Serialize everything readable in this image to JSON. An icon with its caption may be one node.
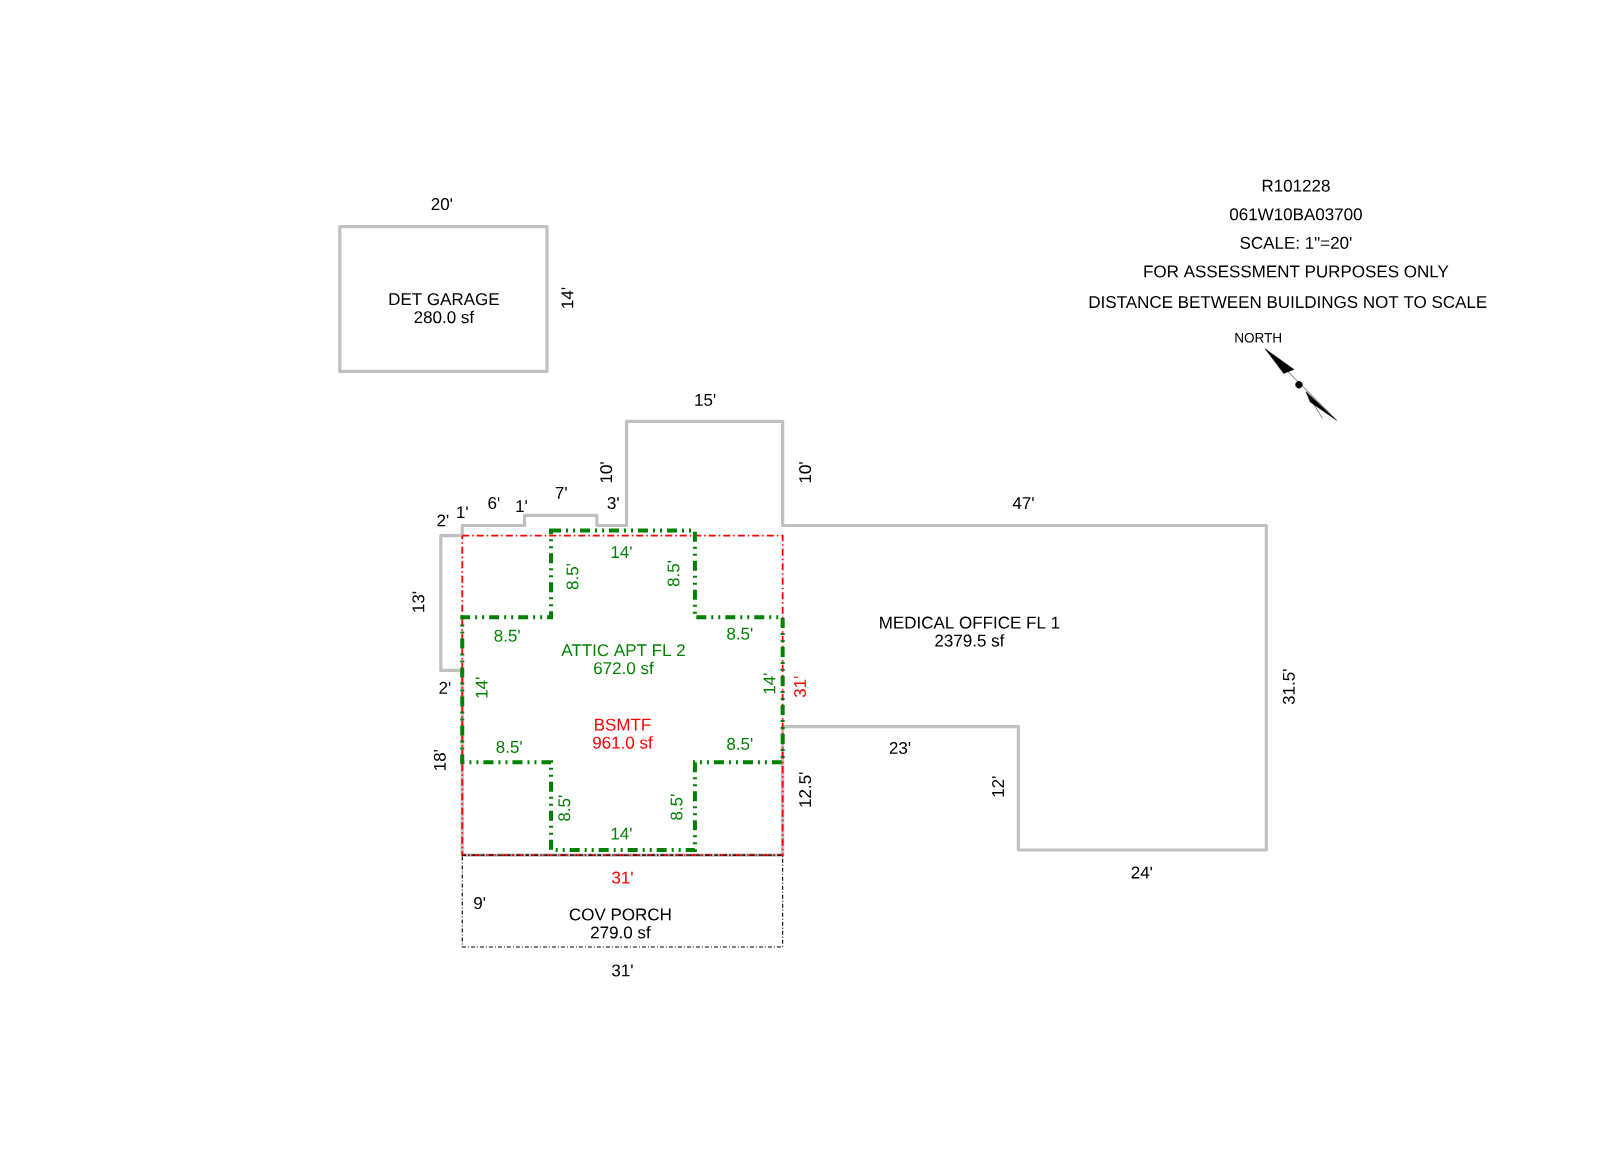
{
  "diagram": {
    "nodes": [
      {
        "text": [
          "DET GARAGE",
          "280.0 sf"
        ]
      },
      {
        "text": [
          "MEDICAL OFFICE FL 1",
          "2379.5 sf"
        ]
      },
      {
        "text": [
          "BSMTF",
          "961.0 sf"
        ],
        "in": 1
      },
      {
        "text": [
          "ATTIC APT FL 2",
          "672.0 sf"
        ],
        "in": 2
      },
      {
        "text": [
          "COV PORCH",
          "279.0 sf"
        ]
      }
    ],
    "labels": [
      "R101228",
      "061W10BA03700",
      "SCALE: 1\"=20'",
      "FOR ASSESSMENT PURPOSES ONLY",
      "DISTANCE BETWEEN BUILDINGS NOT TO SCALE",
      "NORTH",
      "20'",
      "14'",
      "2'",
      "1'",
      "6'",
      "1'",
      "7'",
      "3'",
      "10'",
      "15'",
      "10'",
      "47'",
      "13'",
      "2'",
      "18'",
      "31.5'",
      "23'",
      "12'",
      "12.5'",
      "24'",
      "31'",
      "31'",
      "14'",
      "8.5'",
      "8.5'",
      "8.5'",
      "8.5'",
      "14'",
      "14'",
      "8.5'",
      "8.5'",
      "8.5'",
      "8.5'",
      "14'",
      "9'",
      "31'"
    ]
  }
}
